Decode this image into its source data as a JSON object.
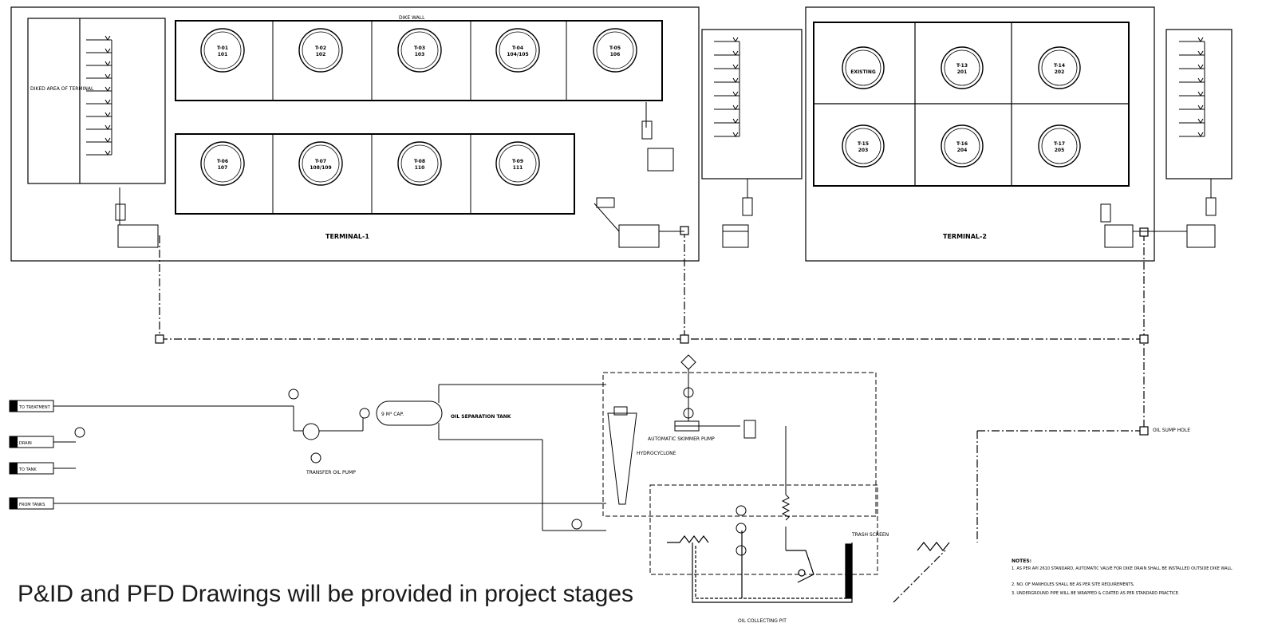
{
  "caption": "P&ID and PFD Drawings will be provided in project stages",
  "terminals": {
    "left_title": "TERMINAL-1",
    "right_title": "TERMINAL-2",
    "left_region_label": "DIKED AREA OF TERMINAL",
    "dike_wall": "DIKE WALL"
  },
  "tanks_row1": [
    {
      "id": "T-01",
      "code": "101"
    },
    {
      "id": "T-02",
      "code": "102"
    },
    {
      "id": "T-03",
      "code": "103"
    },
    {
      "id": "T-04",
      "code": "104/105"
    },
    {
      "id": "T-05",
      "code": "106"
    }
  ],
  "tanks_row2": [
    {
      "id": "T-06",
      "code": "107"
    },
    {
      "id": "T-07",
      "code": "108/109"
    },
    {
      "id": "T-08",
      "code": "110"
    },
    {
      "id": "T-09",
      "code": "111"
    }
  ],
  "tanks_t2_top": [
    {
      "id": "",
      "code": "EXISTING"
    },
    {
      "id": "T-13",
      "code": "201"
    },
    {
      "id": "T-14",
      "code": "202"
    }
  ],
  "tanks_t2_bot": [
    {
      "id": "T-15",
      "code": "203"
    },
    {
      "id": "T-16",
      "code": "204"
    },
    {
      "id": "T-17",
      "code": "205"
    }
  ],
  "process": {
    "oil_separator": "OIL SEPARATION TANK",
    "separator_capacity": "9 M³ CAP.",
    "pump_label": "TRANSFER OIL PUMP",
    "hydrocyclone": "HYDROCYCLONE",
    "skimmer": "AUTOMATIC SKIMMER PUMP",
    "pit_label": "OIL COLLECTING PIT",
    "trash_screen": "TRASH SCREEN",
    "manhole": "OIL SUMP HOLE",
    "tie_in_labels": [
      "TO TREATMENT",
      "DRAIN",
      "TO TANK",
      "FROM TANKS"
    ]
  },
  "notes": {
    "title": "NOTES:",
    "lines": [
      "1. AS PER API 2610 STANDARD, AUTOMATIC VALVE FOR DIKE DRAIN SHALL BE INSTALLED OUTSIDE DIKE WALL.",
      "2. NO. OF MANHOLES SHALL BE AS PER SITE REQUIREMENTS.",
      "3. UNDERGROUND PIPE WILL BE WRAPPED & COATED AS PER STANDARD PRACTICE."
    ]
  },
  "colors": {
    "line": "#000000",
    "caption": "#1a1a1a",
    "background": "#ffffff"
  }
}
